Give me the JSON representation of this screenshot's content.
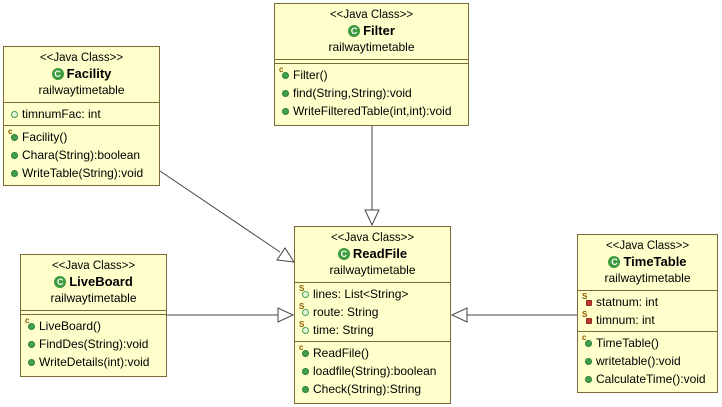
{
  "classes": {
    "filter": {
      "stereotype": "<<Java Class>>",
      "name": "Filter",
      "package": "railwaytimetable",
      "fields": [],
      "methods": [
        {
          "text": "Filter()",
          "kind": "constructor"
        },
        {
          "text": "find(String,String):void",
          "kind": "public"
        },
        {
          "text": "WriteFilteredTable(int,int):void",
          "kind": "public"
        }
      ]
    },
    "facility": {
      "stereotype": "<<Java Class>>",
      "name": "Facility",
      "package": "railwaytimetable",
      "fields": [
        {
          "text": "timnumFac: int",
          "kind": "package"
        }
      ],
      "methods": [
        {
          "text": "Facility()",
          "kind": "constructor"
        },
        {
          "text": "Chara(String):boolean",
          "kind": "public"
        },
        {
          "text": "WriteTable(String):void",
          "kind": "public"
        }
      ]
    },
    "readfile": {
      "stereotype": "<<Java Class>>",
      "name": "ReadFile",
      "package": "railwaytimetable",
      "fields": [
        {
          "text": "lines: List<String>",
          "kind": "static"
        },
        {
          "text": "route: String",
          "kind": "static"
        },
        {
          "text": "time: String",
          "kind": "static"
        }
      ],
      "methods": [
        {
          "text": "ReadFile()",
          "kind": "constructor"
        },
        {
          "text": "loadfile(String):boolean",
          "kind": "public"
        },
        {
          "text": "Check(String):String",
          "kind": "public"
        }
      ]
    },
    "liveboard": {
      "stereotype": "<<Java Class>>",
      "name": "LiveBoard",
      "package": "railwaytimetable",
      "fields": [],
      "methods": [
        {
          "text": "LiveBoard()",
          "kind": "constructor"
        },
        {
          "text": "FindDes(String):void",
          "kind": "public"
        },
        {
          "text": "WriteDetails(int):void",
          "kind": "public"
        }
      ]
    },
    "timetable": {
      "stereotype": "<<Java Class>>",
      "name": "TimeTable",
      "package": "railwaytimetable",
      "fields": [
        {
          "text": "statnum: int",
          "kind": "static"
        },
        {
          "text": "timnum: int",
          "kind": "static"
        }
      ],
      "methods": [
        {
          "text": "TimeTable()",
          "kind": "constructor"
        },
        {
          "text": "writetable():void",
          "kind": "public"
        },
        {
          "text": "CalculateTime():void",
          "kind": "public"
        }
      ]
    }
  },
  "relations": [
    {
      "from": "Filter",
      "to": "ReadFile",
      "type": "generalization"
    },
    {
      "from": "Facility",
      "to": "ReadFile",
      "type": "generalization"
    },
    {
      "from": "LiveBoard",
      "to": "ReadFile",
      "type": "generalization"
    },
    {
      "from": "TimeTable",
      "to": "ReadFile",
      "type": "generalization"
    }
  ],
  "colors": {
    "class_fill": "#ffffcc",
    "class_border": "#7a6a3a",
    "class_icon": "#3d9a3d",
    "edge": "#444444"
  }
}
